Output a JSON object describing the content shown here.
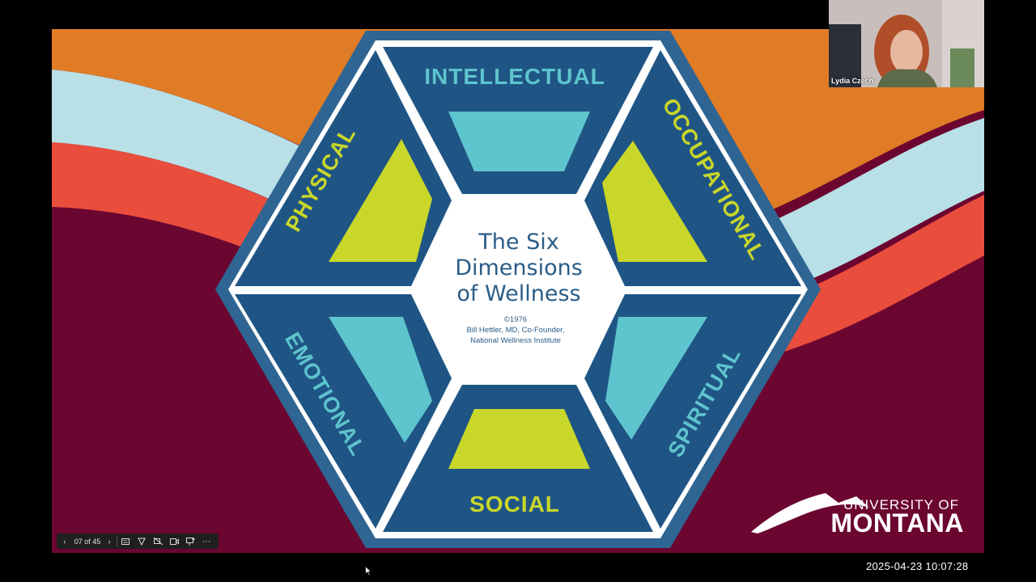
{
  "slide": {
    "center_title_line1": "The Six",
    "center_title_line2": "Dimensions",
    "center_title_line3": "of Wellness",
    "credit_line1": "©1976",
    "credit_line2": "Bill Hettler, MD, Co-Founder,",
    "credit_line3": "National Wellness Institute",
    "dimensions": {
      "top": "INTELLECTUAL",
      "upper_right": "OCCUPATIONAL",
      "lower_right": "SPIRITUAL",
      "bottom": "SOCIAL",
      "lower_left": "EMOTIONAL",
      "upper_left": "PHYSICAL"
    },
    "logo_line1": "UNIVERSITY OF",
    "logo_line2": "MONTANA",
    "colors": {
      "background": "#6b0630",
      "orange": "#e07b26",
      "light_blue": "#b8e0e6",
      "red": "#e94e3d",
      "hex_blue": "#245d8a",
      "dark_blue": "#174a78",
      "lime": "#c9d72a",
      "teal": "#5ec4cd",
      "title_blue": "#2a5d88"
    }
  },
  "video": {
    "participant_name": "Lydia Czech"
  },
  "toolbar": {
    "prev_icon": "chevron-left-icon",
    "page_indicator": "07 of 45",
    "next_icon": "chevron-right-icon",
    "icons": [
      "keyboard-icon",
      "pen-icon",
      "hide-video-icon",
      "camera-icon",
      "annotate-icon",
      "more-icon"
    ]
  },
  "timestamp": "2025-04-23  10:07:28"
}
